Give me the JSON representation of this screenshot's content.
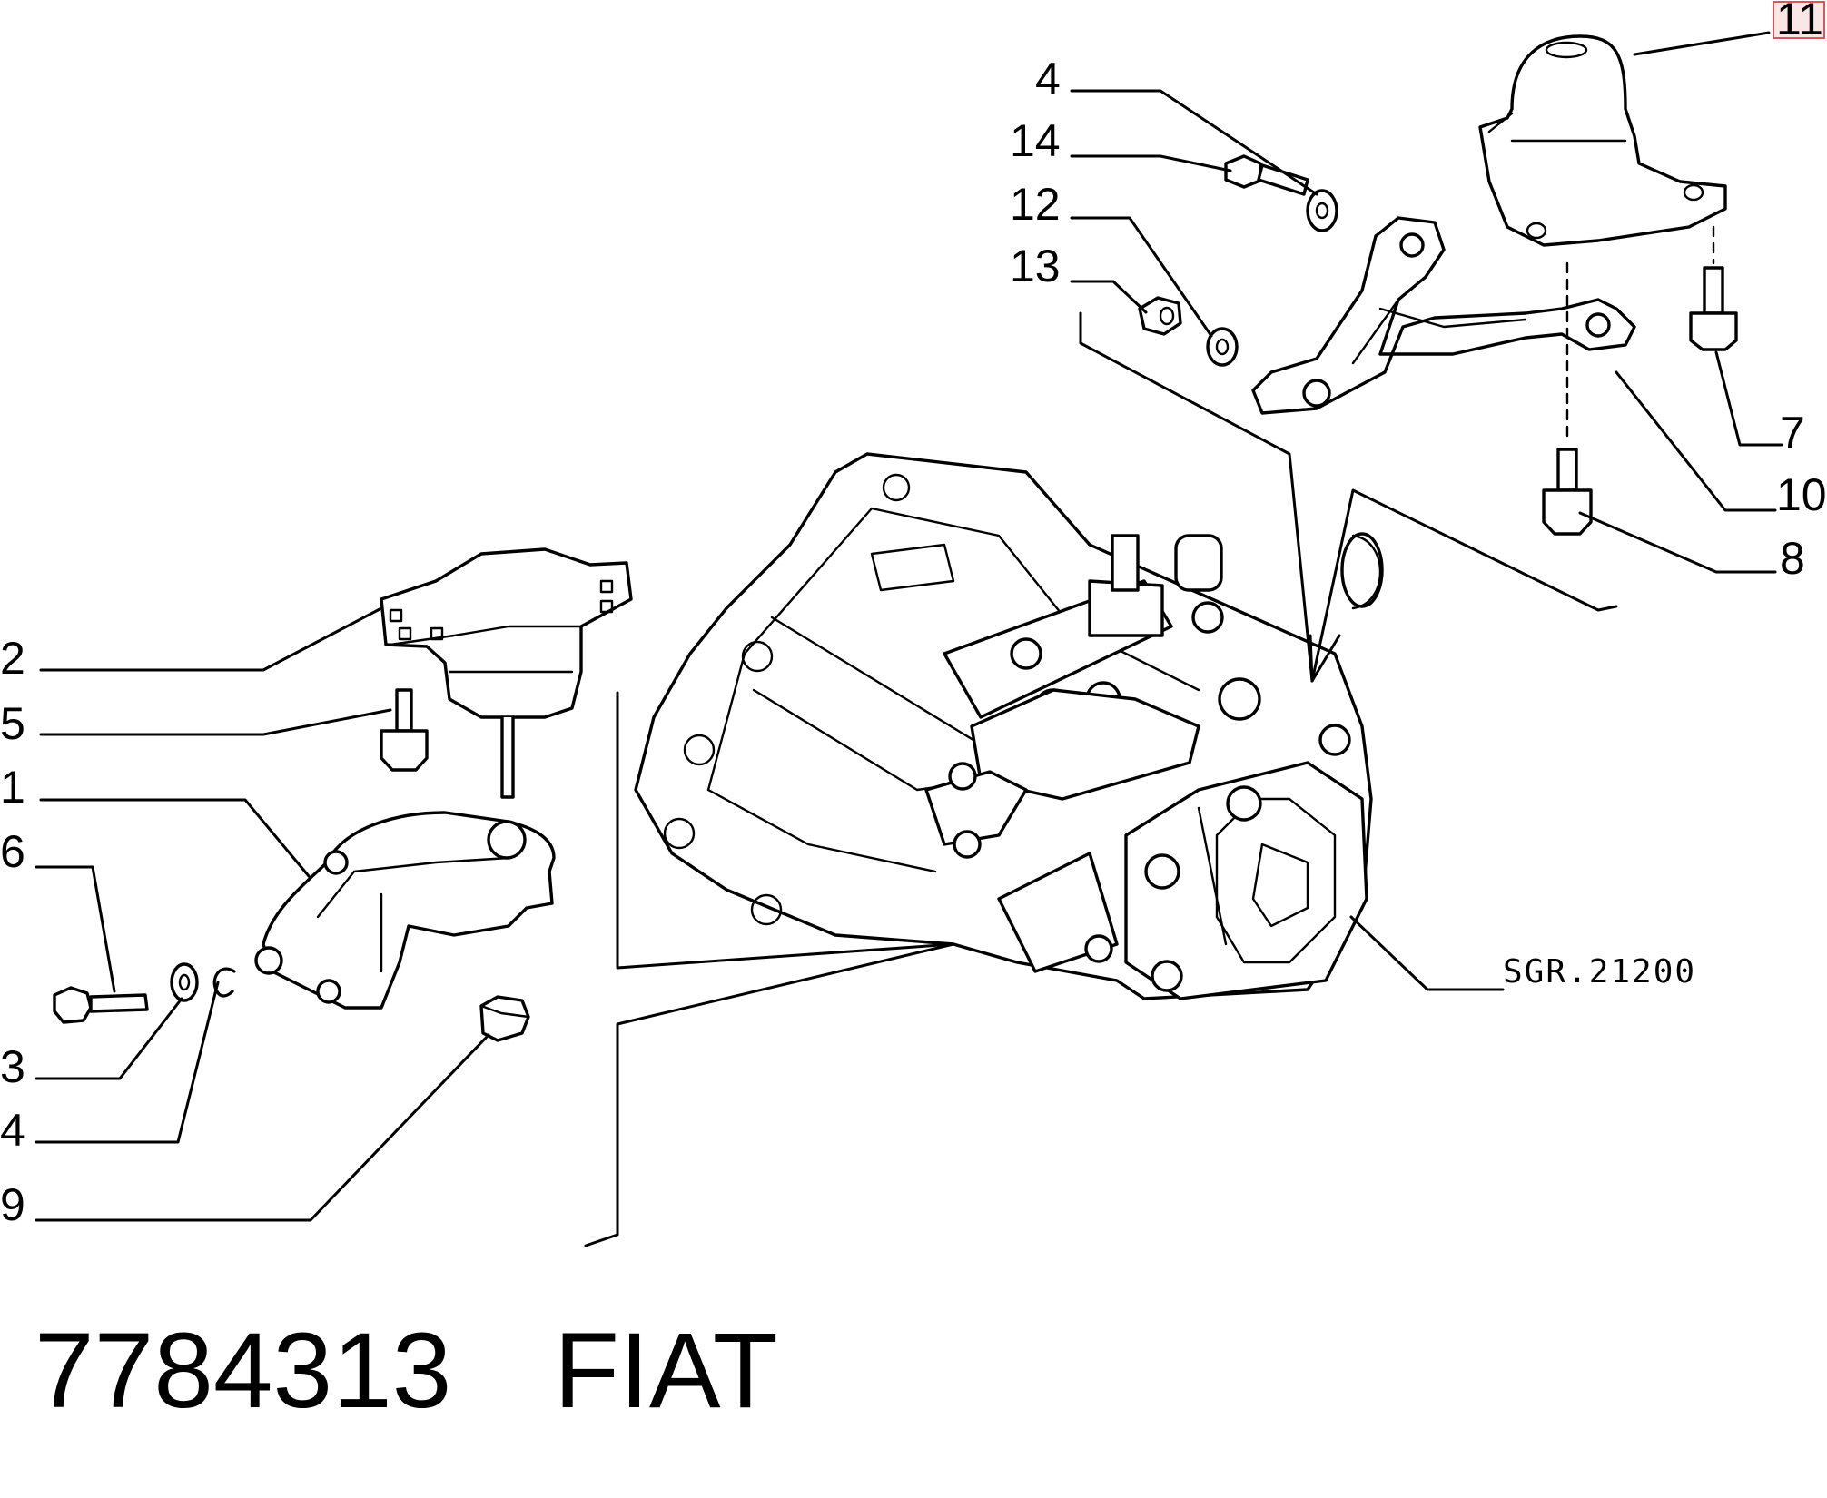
{
  "callouts": {
    "c2": "2",
    "c5": "5",
    "c1": "1",
    "c6": "6",
    "c3": "3",
    "c4_left": "4",
    "c9": "9",
    "c4_top": "4",
    "c14": "14",
    "c12": "12",
    "c13": "13",
    "c11": "11",
    "c7": "7",
    "c10": "10",
    "c8": "8"
  },
  "drawing_reference": "SGR.21200",
  "part_number": "7784313",
  "brand": "FIAT",
  "highlight_color": "#d25a5a"
}
